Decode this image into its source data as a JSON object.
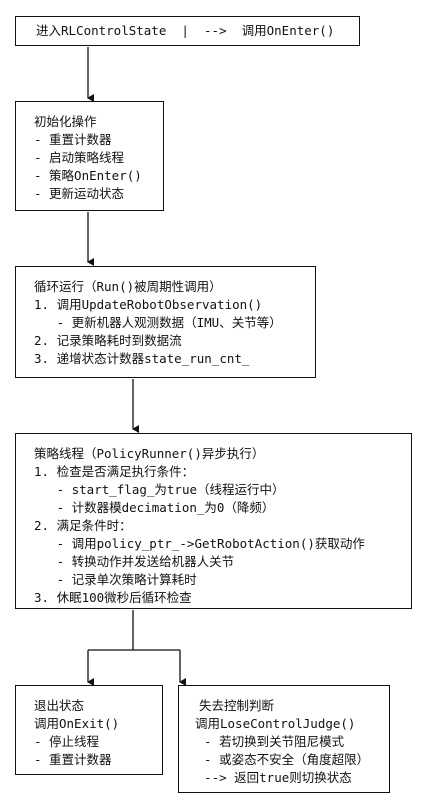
{
  "box1": {
    "lines": [
      "进入RLControlState  |  -->  调用OnEnter()"
    ]
  },
  "box2": {
    "lines": [
      "初始化操作",
      "- 重置计数器",
      "- 启动策略线程",
      "- 策略OnEnter()",
      "- 更新运动状态"
    ]
  },
  "box3": {
    "lines": [
      "循环运行（Run()被周期性调用）",
      "1. 调用UpdateRobotObservation()",
      "   - 更新机器人观测数据（IMU、关节等）",
      "2. 记录策略耗时到数据流",
      "3. 递增状态计数器state_run_cnt_"
    ]
  },
  "box4": {
    "lines": [
      "策略线程（PolicyRunner()异步执行）",
      "1. 检查是否满足执行条件：",
      "   - start_flag_为true（线程运行中）",
      "   - 计数器模decimation_为0（降频）",
      "2. 满足条件时：",
      "   - 调用policy_ptr_->GetRobotAction()获取动作",
      "   - 转换动作并发送给机器人关节",
      "   - 记录单次策略计算耗时",
      "3. 休眠100微秒后循环检查"
    ]
  },
  "box5": {
    "lines": [
      "退出状态",
      "调用OnExit()",
      "- 停止线程",
      "- 重置计数器"
    ]
  },
  "box6": {
    "lines": [
      "失去控制判断",
      "调用LoseControlJudge()",
      "  - 若切换到关节阻尼模式",
      "  - 或姿态不安全（角度超限）",
      "  --> 返回true则切换状态"
    ]
  }
}
